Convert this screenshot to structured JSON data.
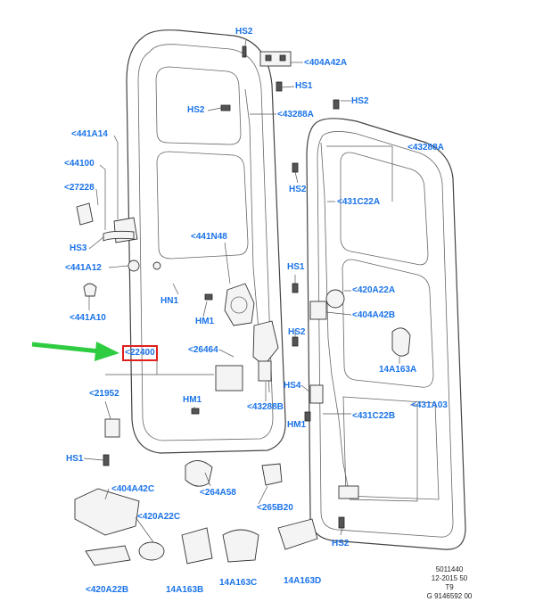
{
  "callouts": {
    "hs2_top": "HS2",
    "a404A42A": "<404A42A",
    "hs1_top": "HS1",
    "hs2_left": "HS2",
    "a43288A_top": "<43288A",
    "hs2_right": "HS2",
    "a441A14": "<441A14",
    "a43288A_right": "<43288A",
    "a44100": "<44100",
    "a27228": "<27228",
    "hs2_mid": "HS2",
    "a431C22A": "<431C22A",
    "hs3": "HS3",
    "a441N48": "<441N48",
    "a441A12": "<441A12",
    "hs1_mid": "HS1",
    "a420A22A": "<420A22A",
    "hn1": "HN1",
    "a441A10": "<441A10",
    "hm1_a": "HM1",
    "a404A42B": "<404A42B",
    "hs2_lower": "HS2",
    "a22400": "<22400",
    "a26464": "<26464",
    "a14A163A": "14A163A",
    "hs4": "HS4",
    "a21952": "<21952",
    "hm1_b": "HM1",
    "a43288B": "<43288B",
    "a431C22B": "<431C22B",
    "a431A03": "<431A03",
    "hm1_c": "HM1",
    "hs1_bottom": "HS1",
    "a404A42C": "<404A42C",
    "a264A58": "<264A58",
    "a265B20": "<265B20",
    "a420A22C": "<420A22C",
    "hs2_bottom": "HS2",
    "a420A22B": "<420A22B",
    "a14A163B": "14A163B",
    "a14A163C": "14A163C",
    "a14A163D": "14A163D"
  },
  "reference_block": {
    "line1": "5011440",
    "line2": "12-2015 50",
    "line3": "T9",
    "line4": "G 9146592 00"
  },
  "highlight": {
    "arrow_color": "#2ecc40",
    "box_color": "#e02020",
    "target": "<22400"
  },
  "colors": {
    "label": "#1a73e8",
    "line": "#444444"
  }
}
